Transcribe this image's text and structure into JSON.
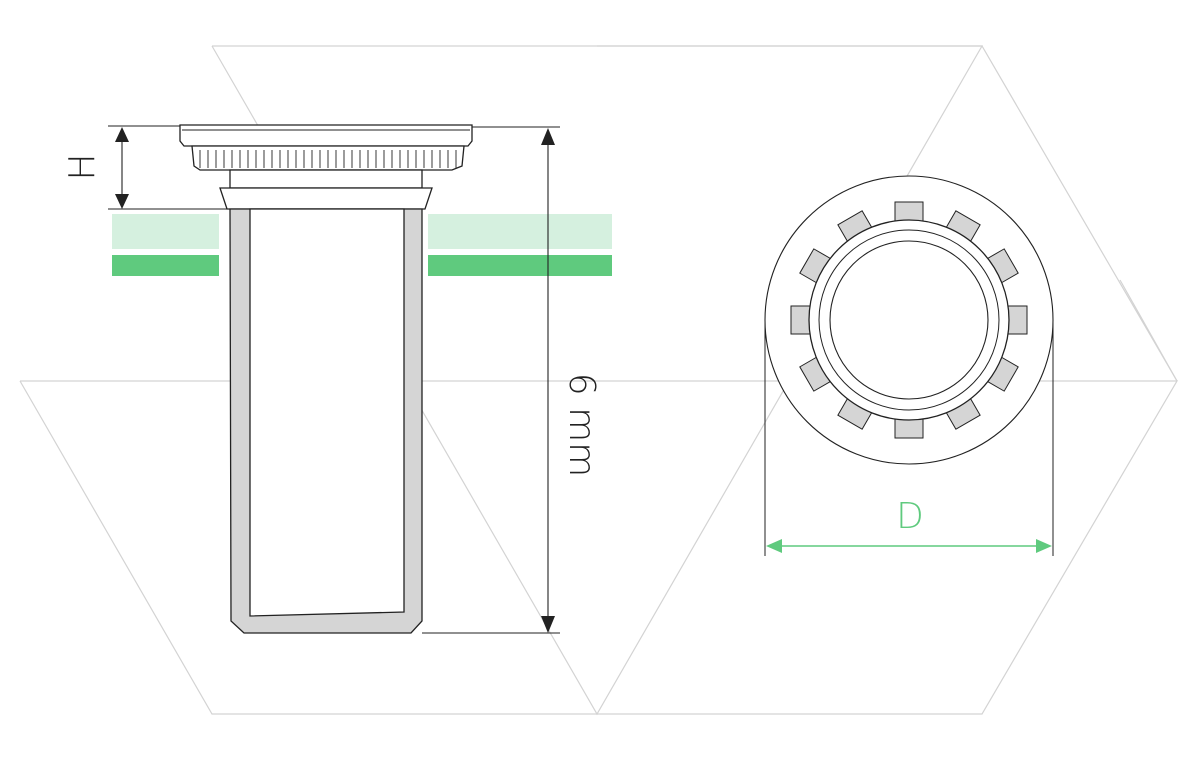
{
  "labels": {
    "height_label": "H",
    "length_label": "6 mm",
    "diameter_label": "D"
  },
  "colors": {
    "outline": "#222222",
    "rivet_fill": "#d5d5d5",
    "background_triangles": "#cfcfcf",
    "sheet_upper": "#d5f0df",
    "sheet_lower": "#5fca7e",
    "dimension_accent": "#5fca7e"
  }
}
